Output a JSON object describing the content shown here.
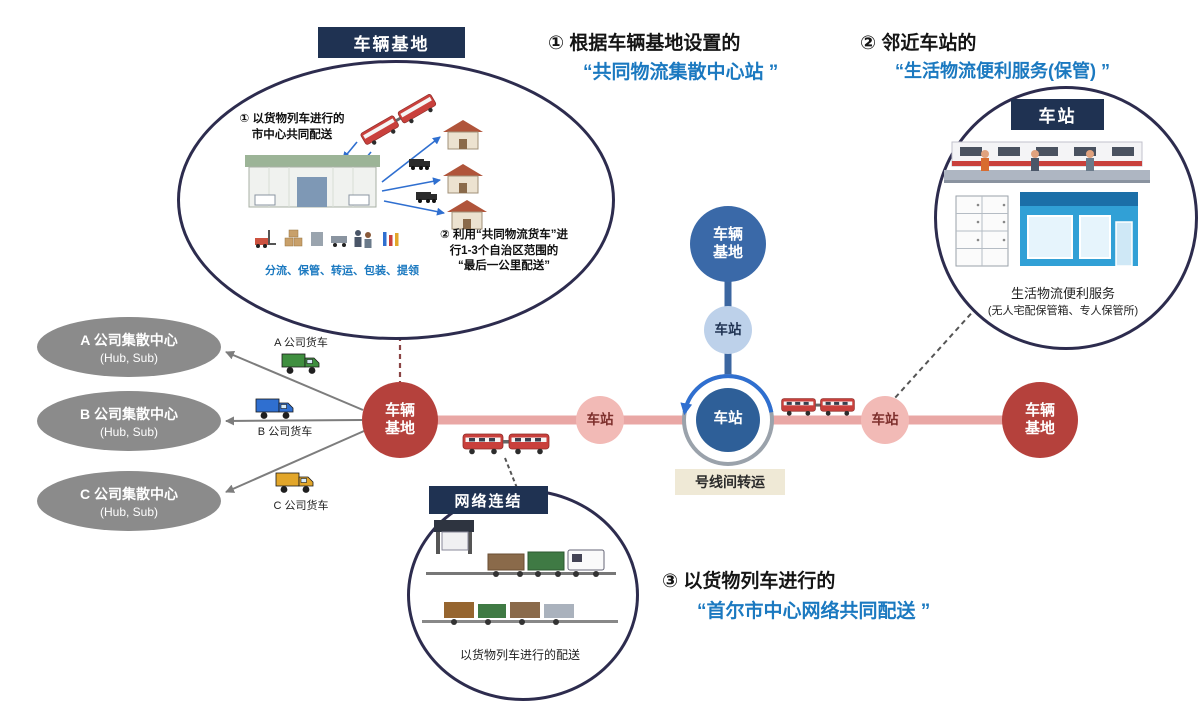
{
  "colors": {
    "navy": "#1f3252",
    "accent_blue": "#1b79c0",
    "depot_red": "#b5413c",
    "depot_blue": "#3a69a8",
    "station_pink": "#f2bab6",
    "station_light_blue": "#bdd1ea",
    "metro_line_pink": "#e9a7a5",
    "company_gray": "#8b8b8b",
    "transfer_beige": "#efe9d6"
  },
  "notes": {
    "n1_line1": "① 根据车辆基地设置的",
    "n1_line2": "“共同物流集散中心站 ”",
    "n2_line1": "② 邻近车站的",
    "n2_line2": "“生活物流便利服务(保管) ”",
    "n3_line1": "③ 以货物列车进行的",
    "n3_line2": "“首尔市中心网络共同配送 ”"
  },
  "depot_bubble": {
    "title": "车辆基地",
    "rail_note": "① 以货物列车进行的\n市中心共同配送",
    "truck_note": "② 利用“共同物流货车”进\n行1-3个自治区范围的\n“最后一公里配送”",
    "functions": "分流、保管、转运、包装、提领"
  },
  "station_bubble": {
    "title": "车站",
    "caption_line1": "生活物流便利服务",
    "caption_line2": "(无人宅配保管箱、专人保管所)"
  },
  "network_bubble": {
    "title": "网络连结",
    "caption": "以货物列车进行的配送"
  },
  "companies": [
    {
      "name": "A 公司集散中心",
      "sub": "(Hub, Sub)",
      "truck_label": "A 公司货车",
      "truck_color": "#3f8f3f"
    },
    {
      "name": "B 公司集散中心",
      "sub": "(Hub, Sub)",
      "truck_label": "B 公司货车",
      "truck_color": "#2f6fd0"
    },
    {
      "name": "C 公司集散中心",
      "sub": "(Hub, Sub)",
      "truck_label": "C 公司货车",
      "truck_color": "#e2a62a"
    }
  ],
  "line": {
    "depot_left": "车辆\n基地",
    "depot_top": "车辆\n基地",
    "depot_right": "车辆\n基地",
    "station_center": "车站",
    "station_mid": "车站",
    "station_left": "车站",
    "station_right": "车站",
    "transfer_label": "号线间转运"
  }
}
